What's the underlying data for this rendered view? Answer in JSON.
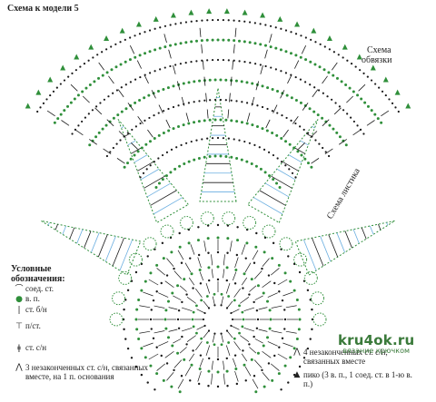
{
  "title": "Схема к модели 5",
  "labels": {
    "edging": "Схема обвязки",
    "leaf": "Схема листика"
  },
  "legend": {
    "heading": "Условные обозначения:",
    "items": [
      {
        "icon": "slip-stitch-icon",
        "text": "соед. ст."
      },
      {
        "icon": "chain-dot-icon",
        "text": "в. п."
      },
      {
        "icon": "single-crochet-icon",
        "text": "ст. б/н"
      },
      {
        "icon": "half-double-icon",
        "text": "п/ст."
      },
      {
        "icon": "double-crochet-icon",
        "text": "ст. с/н"
      },
      {
        "icon": "cluster-3-icon",
        "text": "3 незаконченных ст. с/н, связанных вместе, на 1 п. основания"
      }
    ],
    "right_items": [
      {
        "icon": "cluster-4-icon",
        "text": "4 незаконченных ст. с/н, связанных вместе"
      },
      {
        "icon": "picot-icon",
        "text": "пико (3 в. п., 1 соед. ст. в 1-ю в. п.)"
      }
    ]
  },
  "watermark": {
    "main": "kru4ok.ru",
    "sub": "вязание крючком"
  },
  "colors": {
    "green": "#2f8f3a",
    "blue": "#6aaee0",
    "black": "#1a1a1a",
    "gray": "#8a8a8a"
  }
}
